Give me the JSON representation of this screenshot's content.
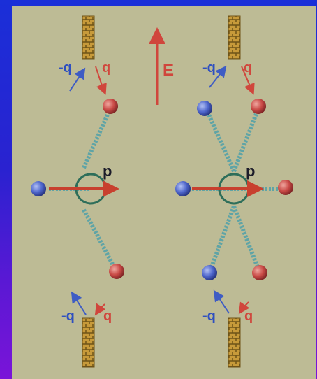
{
  "colors": {
    "panel": "#bdbb95",
    "red": "#d0463c",
    "blue": "#3e5cc4",
    "text_dark": "#1c1c2a",
    "chain": "#5fa4a6",
    "wall": "#b08a2e"
  },
  "labels": {
    "left_top_neg": "-q",
    "left_top_pos": "q",
    "left_bottom_neg": "-q",
    "left_bottom_pos": "q",
    "right_top_neg": "-q",
    "right_top_pos": "q",
    "right_bottom_neg": "-q",
    "right_bottom_pos": "q",
    "field": "E",
    "left_dipole": "p",
    "right_dipole": "p"
  }
}
